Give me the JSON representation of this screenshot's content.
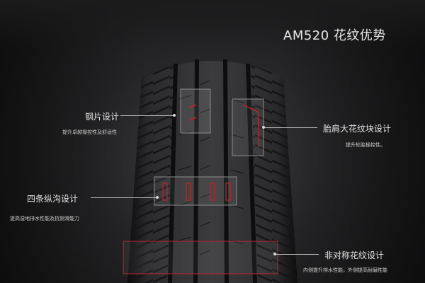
{
  "title": "AM520 花纹优势",
  "callouts": {
    "steel_sipe": {
      "label": "钢片设计",
      "desc": "提升卓越操控性及舒适性"
    },
    "four_grooves": {
      "label": "四条纵沟设计",
      "desc": "提高湿地排水性能及抗侧滑能力"
    },
    "shoulder_block": {
      "label": "胎肩大花纹块设计",
      "desc": "提升轮胎操控性。"
    },
    "asymmetric": {
      "label": "非对称花纹设计",
      "desc": "内侧提升排水性能，外侧提高耐磨性能"
    }
  },
  "colors": {
    "highlight_red": "#b3262c",
    "label_text": "#e6e6e6",
    "background": "#1b1b1c"
  }
}
